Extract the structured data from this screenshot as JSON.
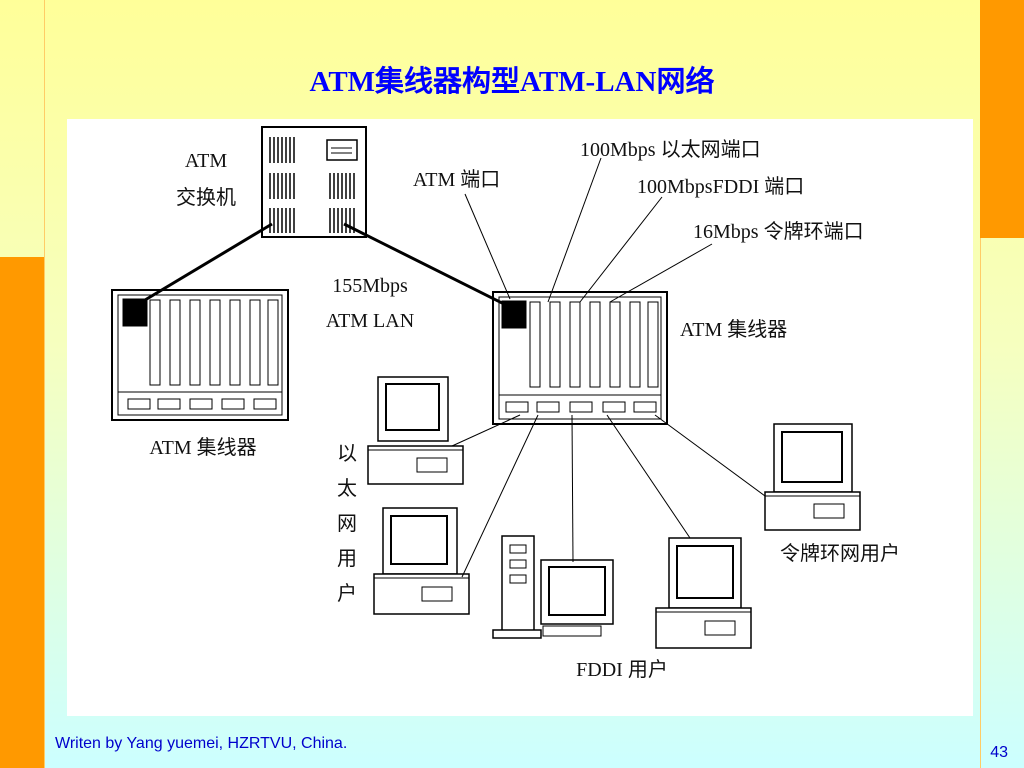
{
  "slide": {
    "title": "ATM集线器构型ATM-LAN网络",
    "footer": "Writen by Yang yuemei, HZRTVU, China.",
    "page_number": "43"
  },
  "diagram": {
    "switch_label_line1": "ATM",
    "switch_label_line2": "交换机",
    "atm_port": "ATM 端口",
    "eth_port": "100Mbps 以太网端口",
    "fddi_port": "100MbpsFDDI  端口",
    "token_port": "16Mbps 令牌环端口",
    "lan_speed": "155Mbps",
    "lan_name": "ATM LAN",
    "hub_right": "ATM 集线器",
    "hub_left": "ATM 集线器",
    "eth_users": [
      "以",
      "太",
      "网",
      "用",
      "户"
    ],
    "token_users": "令牌环网用户",
    "fddi_users": "FDDI 用户"
  }
}
